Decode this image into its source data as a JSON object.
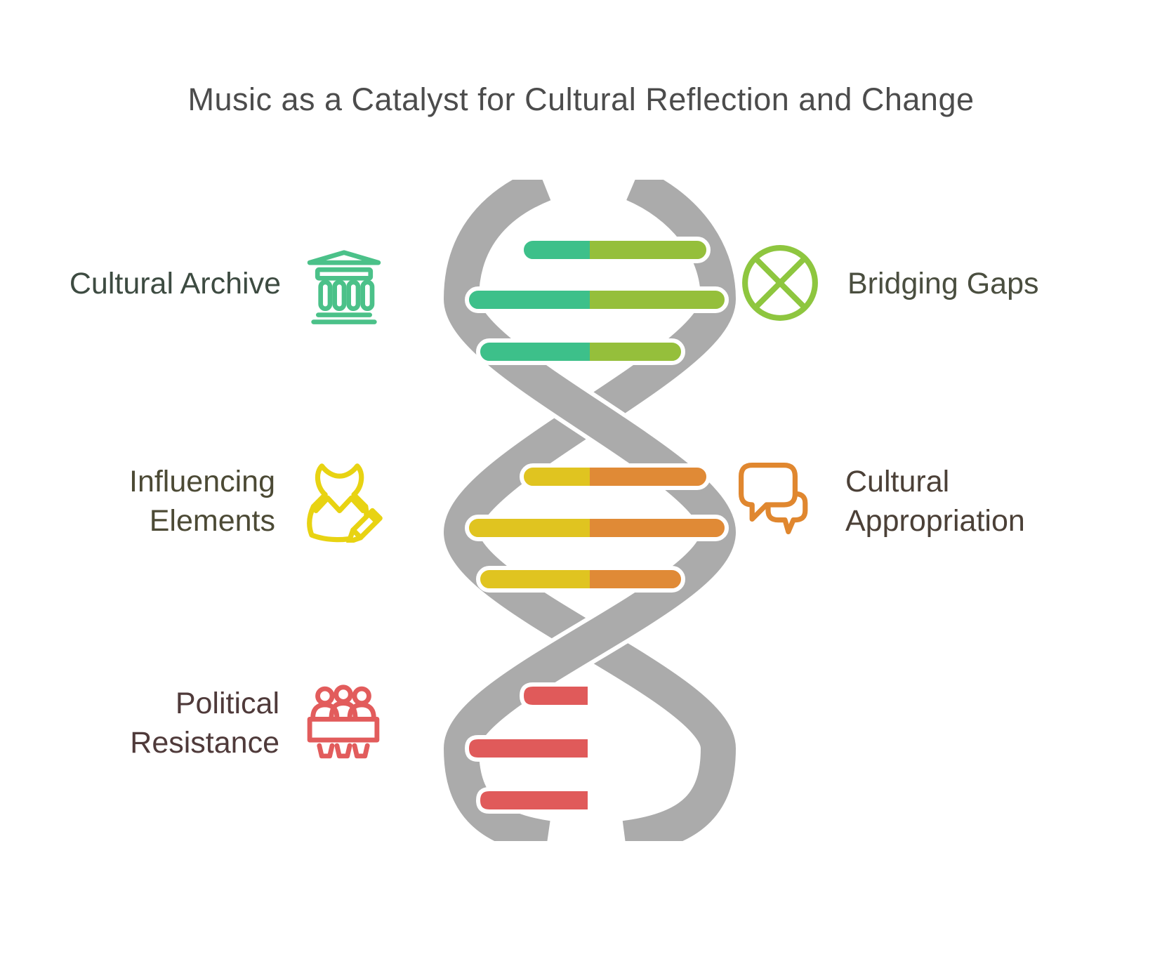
{
  "title": {
    "text": "Music as a Catalyst for Cultural Reflection and Change",
    "color": "#4C4C4C"
  },
  "nodes": [
    {
      "label": "Cultural Archive",
      "side": "left",
      "icon": "museum-icon",
      "icon_color": "#4BC189",
      "text_color": "#3D4B41"
    },
    {
      "label": "Bridging Gaps",
      "side": "right",
      "icon": "circle-x-icon",
      "icon_color": "#8EC63F",
      "text_color": "#4A4E3F"
    },
    {
      "label": "Influencing Elements",
      "side": "left",
      "icon": "dress-pencil-icon",
      "icon_color": "#E8D312",
      "text_color": "#4C4A35"
    },
    {
      "label": "Cultural Appropriation",
      "side": "right",
      "icon": "speech-bubbles-icon",
      "icon_color": "#E0872F",
      "text_color": "#4B4037"
    },
    {
      "label": "Political Resistance",
      "side": "left",
      "icon": "people-table-icon",
      "icon_color": "#E25C5C",
      "text_color": "#4F3A3A"
    }
  ],
  "helix": {
    "strand_color": "#ABABAB",
    "outline_color": "#FFFFFF",
    "sections": [
      {
        "name": "top",
        "left_color": "#3DC08A",
        "right_color": "#95BF3B"
      },
      {
        "name": "middle",
        "left_color": "#E0C420",
        "right_color": "#E08A36"
      },
      {
        "name": "bottom",
        "left_color": "#E05A5A",
        "right_color": null
      }
    ]
  }
}
